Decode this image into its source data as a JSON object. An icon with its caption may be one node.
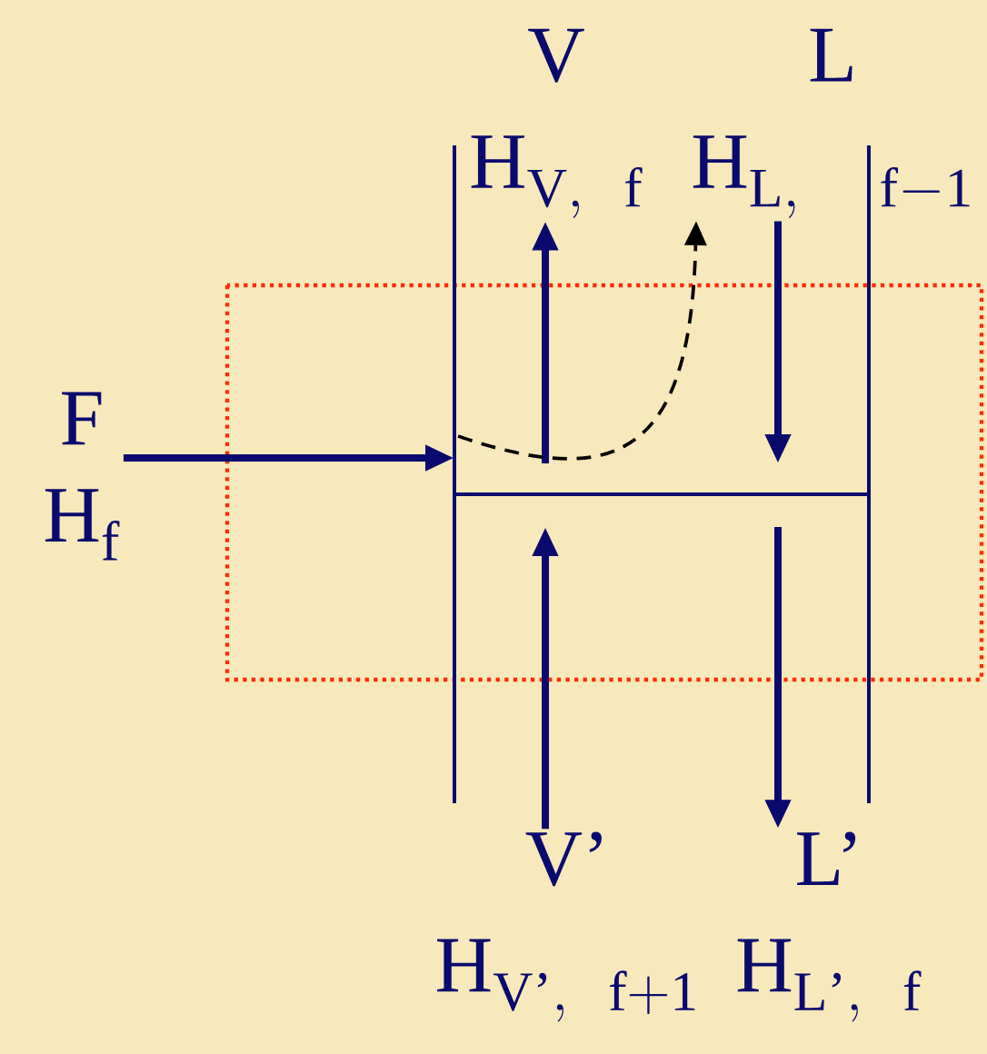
{
  "diagram": {
    "nodes": [
      {
        "text": [
          "F",
          "\\mathrm{H}_{\\mathrm{f}}"
        ]
      },
      {
        "text": [
          "V",
          "\\mathrm{H}_{\\mathrm{V,\\ \\ f}}"
        ]
      },
      {
        "text": [
          "L",
          "\\mathrm{H}_{\\mathrm{L,}\\ \\ \\ \\ \\mathrm{f{-}1}}"
        ]
      },
      {
        "text": [
          "V’",
          "\\mathrm{H}_{\\mathrm{V’,\\ \\ f{+}1}}"
        ]
      },
      {
        "text": [
          "L’",
          "\\mathrm{H}_{\\mathrm{L’,\\ \\ f}}"
        ]
      }
    ],
    "edges": [
      {
        "from": 0,
        "to": null,
        "arrow": "to"
      },
      {
        "from": null,
        "to": 1,
        "arrow": "to"
      },
      {
        "from": 2,
        "to": null,
        "arrow": "to"
      },
      {
        "from": 3,
        "to": null,
        "arrow": "to"
      },
      {
        "from": null,
        "to": 4,
        "arrow": "to"
      },
      {
        "from": null,
        "to": 1,
        "arrow": "to",
        "style": "dashed",
        "color": "#000000"
      }
    ]
  }
}
